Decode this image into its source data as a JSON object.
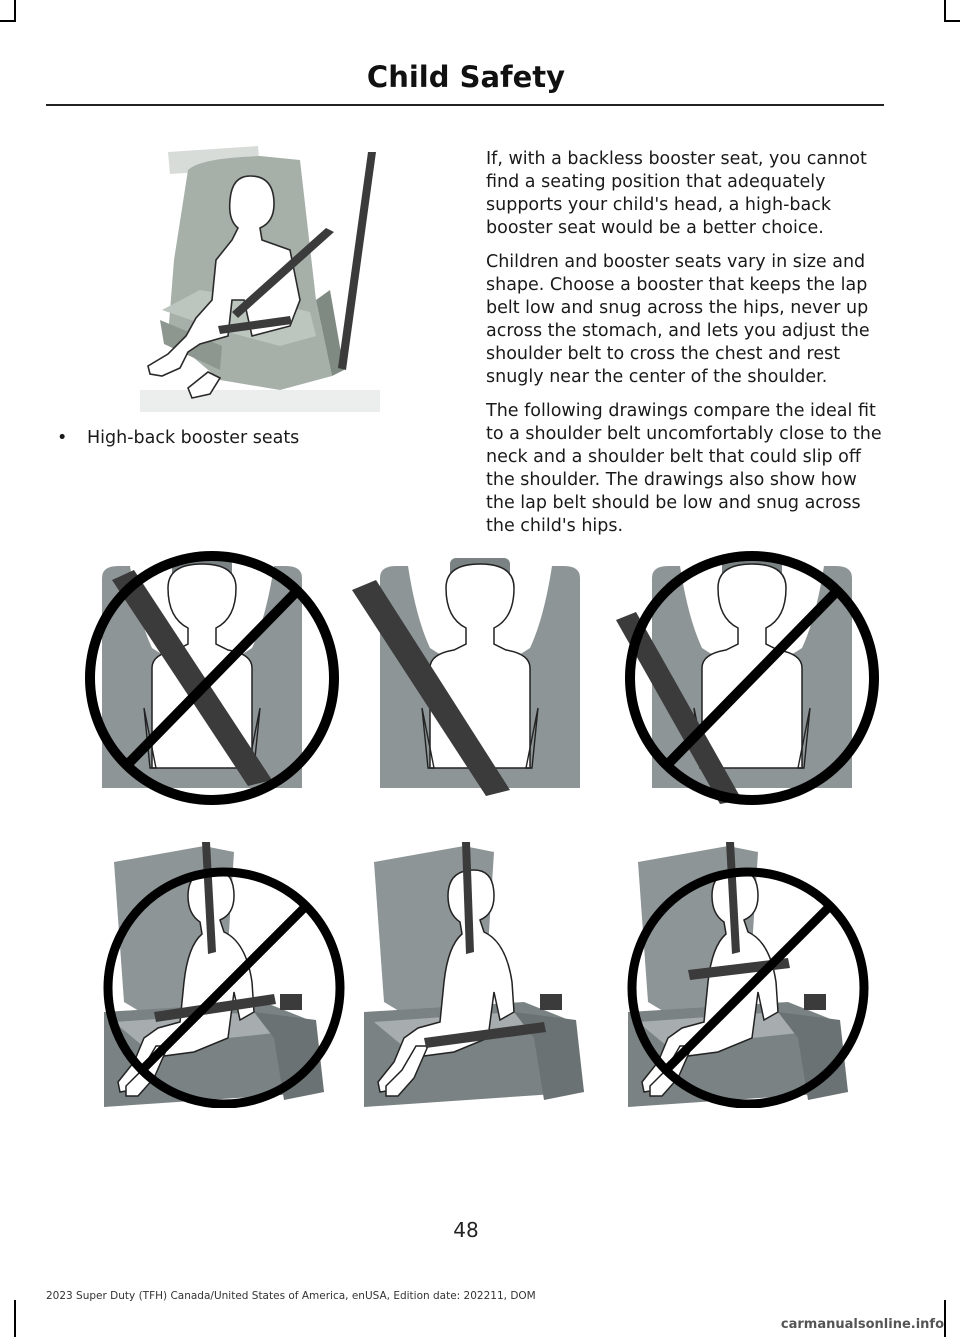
{
  "header": {
    "title": "Child Safety"
  },
  "bullet": {
    "marker": "•",
    "label": "High-back booster seats"
  },
  "body_paragraphs": [
    "If, with a backless booster seat, you cannot find a seating position that adequately supports your child's head, a high-back booster seat would be a better choice.",
    "Children and booster seats vary in size and shape. Choose a booster that keeps the lap belt low and snug across the hips, never up across the stomach, and lets you adjust the shoulder belt to cross the chest and rest snugly near the center of the shoulder.",
    "The following drawings compare the ideal fit to a shoulder belt uncomfortably close to the neck and a shoulder belt that could slip off the shoulder. The drawings also show how the lap belt should be low and snug across the child's hips."
  ],
  "footer": {
    "page_number": "48",
    "edition": "2023 Super Duty (TFH) Canada/United States of America, enUSA, Edition date: 202211, DOM",
    "watermark": "carmanualsonline.info"
  },
  "colors": {
    "seat": "#8e9597",
    "seat_dark": "#6b7274",
    "belt": "#3b3b3b",
    "prohibit": "#000000",
    "seat_green": "#a6b0a8"
  }
}
